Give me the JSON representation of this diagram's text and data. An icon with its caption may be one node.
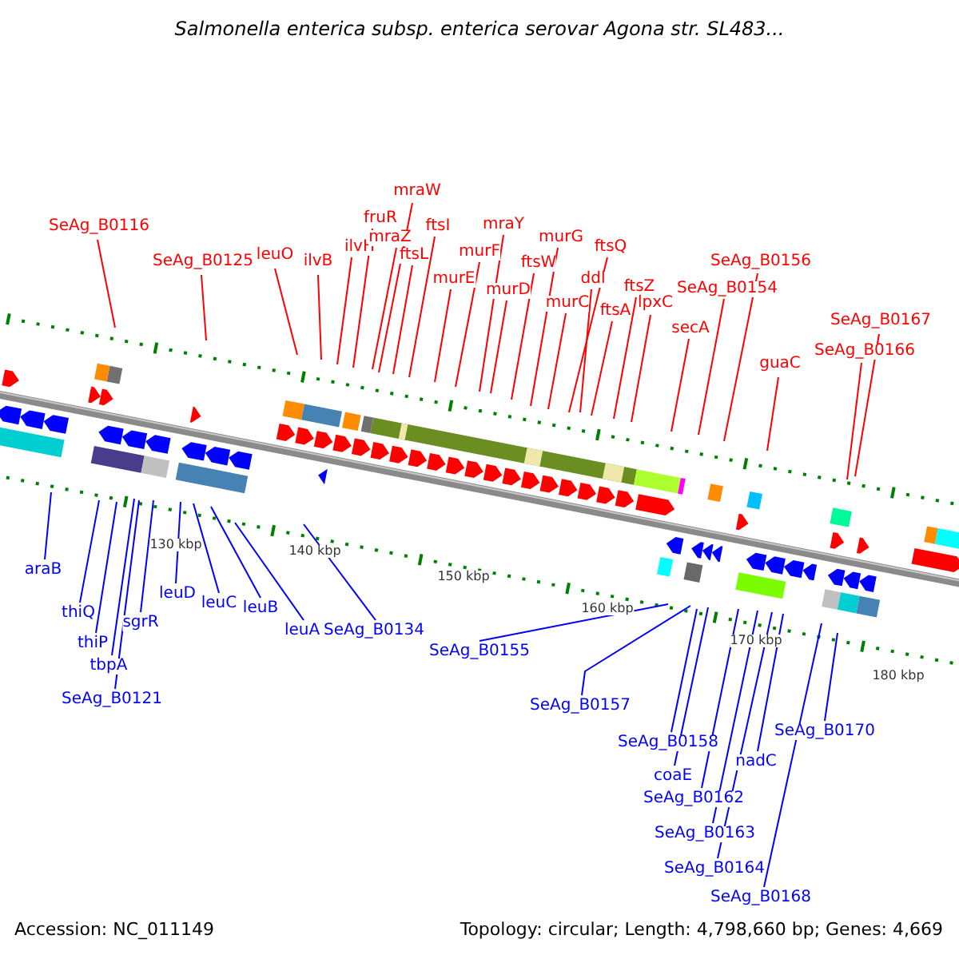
{
  "diagram": {
    "title": "Salmonella enterica subsp. enterica serovar Agona str. SL483...",
    "nodes": [
      {
        "text": [
          "SeAg_B0116"
        ]
      },
      {
        "text": [
          "SeAg_B0125"
        ]
      },
      {
        "text": [
          "leuO"
        ]
      },
      {
        "text": [
          "ilvB"
        ]
      },
      {
        "text": [
          "ilvH"
        ]
      },
      {
        "text": [
          "fruR"
        ]
      },
      {
        "text": [
          "mraZ"
        ]
      },
      {
        "text": [
          "mraW"
        ]
      },
      {
        "text": [
          "ftsL"
        ]
      },
      {
        "text": [
          "ftsI"
        ]
      },
      {
        "text": [
          "murE"
        ]
      },
      {
        "text": [
          "murF"
        ]
      },
      {
        "text": [
          "mraY"
        ]
      },
      {
        "text": [
          "murD"
        ]
      },
      {
        "text": [
          "ftsW"
        ]
      },
      {
        "text": [
          "murG"
        ]
      },
      {
        "text": [
          "murC"
        ]
      },
      {
        "text": [
          "ftsQ"
        ]
      },
      {
        "text": [
          "ddl"
        ]
      },
      {
        "text": [
          "ftsA"
        ]
      },
      {
        "text": [
          "ftsZ"
        ]
      },
      {
        "text": [
          "lpxC"
        ]
      },
      {
        "text": [
          "secA"
        ]
      },
      {
        "text": [
          "SeAg_B0154"
        ]
      },
      {
        "text": [
          "SeAg_B0156"
        ]
      },
      {
        "text": [
          "guaC"
        ]
      },
      {
        "text": [
          "SeAg_B0166"
        ]
      },
      {
        "text": [
          "SeAg_B0167"
        ]
      },
      {
        "text": [
          "araB"
        ]
      },
      {
        "text": [
          "thiQ"
        ]
      },
      {
        "text": [
          "thiP"
        ]
      },
      {
        "text": [
          "tbpA"
        ]
      },
      {
        "text": [
          "SeAg_B0121"
        ]
      },
      {
        "text": [
          "sgrR"
        ]
      },
      {
        "text": [
          "leuD"
        ]
      },
      {
        "text": [
          "leuC"
        ]
      },
      {
        "text": [
          "leuB"
        ]
      },
      {
        "text": [
          "leuA"
        ]
      },
      {
        "text": [
          "SeAg_B0134"
        ]
      },
      {
        "text": [
          "SeAg_B0155"
        ]
      },
      {
        "text": [
          "SeAg_B0157"
        ]
      },
      {
        "text": [
          "SeAg_B0158"
        ]
      },
      {
        "text": [
          "coaE"
        ]
      },
      {
        "text": [
          "SeAg_B0162"
        ]
      },
      {
        "text": [
          "SeAg_B0163"
        ]
      },
      {
        "text": [
          "SeAg_B0164"
        ]
      },
      {
        "text": [
          "nadC"
        ]
      },
      {
        "text": [
          "SeAg_B0168"
        ]
      },
      {
        "text": [
          "SeAg_B0170"
        ]
      }
    ],
    "edges": [
      {
        "from": 0,
        "to": null,
        "arrow": "none"
      },
      {
        "from": 1,
        "to": null,
        "arrow": "none"
      },
      {
        "from": 2,
        "to": null,
        "arrow": "none"
      },
      {
        "from": 3,
        "to": null,
        "arrow": "none"
      },
      {
        "from": 4,
        "to": null,
        "arrow": "none"
      },
      {
        "from": 5,
        "to": null,
        "arrow": "none"
      },
      {
        "from": 6,
        "to": null,
        "arrow": "none"
      },
      {
        "from": 7,
        "to": null,
        "arrow": "none"
      },
      {
        "from": 8,
        "to": null,
        "arrow": "none"
      },
      {
        "from": 9,
        "to": null,
        "arrow": "none"
      },
      {
        "from": 10,
        "to": null,
        "arrow": "none"
      },
      {
        "from": 11,
        "to": null,
        "arrow": "none"
      },
      {
        "from": 12,
        "to": null,
        "arrow": "none"
      },
      {
        "from": 13,
        "to": null,
        "arrow": "none"
      },
      {
        "from": 14,
        "to": null,
        "arrow": "none"
      },
      {
        "from": 15,
        "to": null,
        "arrow": "none"
      },
      {
        "from": 16,
        "to": null,
        "arrow": "none"
      },
      {
        "from": 17,
        "to": null,
        "arrow": "none"
      },
      {
        "from": 18,
        "to": null,
        "arrow": "none"
      },
      {
        "from": 19,
        "to": null,
        "arrow": "none"
      },
      {
        "from": 20,
        "to": null,
        "arrow": "none"
      },
      {
        "from": 21,
        "to": null,
        "arrow": "none"
      },
      {
        "from": 22,
        "to": null,
        "arrow": "none"
      },
      {
        "from": 23,
        "to": null,
        "arrow": "none"
      },
      {
        "from": 24,
        "to": null,
        "arrow": "none"
      },
      {
        "from": 25,
        "to": null,
        "arrow": "none"
      },
      {
        "from": 26,
        "to": null,
        "arrow": "none"
      },
      {
        "from": 27,
        "to": null,
        "arrow": "none"
      },
      {
        "from": 28,
        "to": null,
        "arrow": "none",
        "color": "#0000ff"
      },
      {
        "from": 29,
        "to": null,
        "arrow": "none",
        "color": "#0000ff"
      },
      {
        "from": 30,
        "to": null,
        "arrow": "none",
        "color": "#0000ff"
      },
      {
        "from": 31,
        "to": null,
        "arrow": "none",
        "color": "#0000ff"
      },
      {
        "from": 32,
        "to": null,
        "arrow": "none",
        "color": "#0000ff"
      },
      {
        "from": 33,
        "to": null,
        "arrow": "none",
        "color": "#0000ff"
      },
      {
        "from": 34,
        "to": null,
        "arrow": "none",
        "color": "#0000ff"
      },
      {
        "from": 35,
        "to": null,
        "arrow": "none",
        "color": "#0000ff"
      },
      {
        "from": 36,
        "to": null,
        "arrow": "none",
        "color": "#0000ff"
      },
      {
        "from": 37,
        "to": null,
        "arrow": "none",
        "color": "#0000ff"
      },
      {
        "from": 38,
        "to": null,
        "arrow": "none",
        "color": "#0000ff"
      },
      {
        "from": 39,
        "to": null,
        "arrow": "none",
        "color": "#0000ff"
      },
      {
        "from": 40,
        "to": null,
        "arrow": "none",
        "color": "#0000ff"
      },
      {
        "from": 41,
        "to": null,
        "arrow": "none",
        "color": "#0000ff"
      },
      {
        "from": 42,
        "to": null,
        "arrow": "none",
        "color": "#0000ff"
      },
      {
        "from": 43,
        "to": null,
        "arrow": "none",
        "color": "#0000ff"
      },
      {
        "from": 44,
        "to": null,
        "arrow": "none",
        "color": "#0000ff"
      },
      {
        "from": 45,
        "to": null,
        "arrow": "none",
        "color": "#0000ff"
      },
      {
        "from": 46,
        "to": null,
        "arrow": "none",
        "color": "#0000ff"
      },
      {
        "from": 47,
        "to": null,
        "arrow": "none",
        "color": "#0000ff"
      },
      {
        "from": 48,
        "to": null,
        "arrow": "none",
        "color": "#0000ff"
      }
    ],
    "labels": [
      "130 kbp",
      "140 kbp",
      "150 kbp",
      "160 kbp",
      "170 kbp",
      "180 kbp",
      "Accession: NC_011149",
      "Topology: circular; Length: 4,798,660 bp; Genes: 4,669"
    ]
  }
}
